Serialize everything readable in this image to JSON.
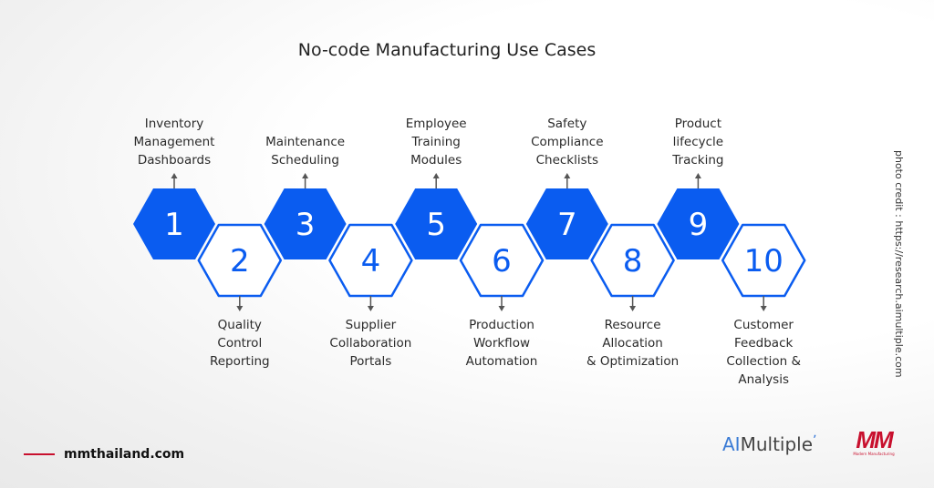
{
  "title": "No-code Manufacturing Use Cases",
  "colors": {
    "accent": "#0a5cf0",
    "arrow": "#555555",
    "brand_red": "#c8102e"
  },
  "items": [
    {
      "number": "1",
      "filled": true,
      "lines": [
        "Inventory",
        "Management",
        "Dashboards"
      ]
    },
    {
      "number": "2",
      "filled": false,
      "lines": [
        "Quality",
        "Control",
        "Reporting"
      ]
    },
    {
      "number": "3",
      "filled": true,
      "lines": [
        "Maintenance",
        "Scheduling"
      ]
    },
    {
      "number": "4",
      "filled": false,
      "lines": [
        "Supplier",
        "Collaboration",
        "Portals"
      ]
    },
    {
      "number": "5",
      "filled": true,
      "lines": [
        "Employee",
        "Training",
        "Modules"
      ]
    },
    {
      "number": "6",
      "filled": false,
      "lines": [
        "Production",
        "Workflow",
        "Automation"
      ]
    },
    {
      "number": "7",
      "filled": true,
      "lines": [
        "Safety",
        "Compliance",
        "Checklists"
      ]
    },
    {
      "number": "8",
      "filled": false,
      "lines": [
        "Resource",
        "Allocation",
        "& Optimization"
      ]
    },
    {
      "number": "9",
      "filled": true,
      "lines": [
        "Product",
        "lifecycle",
        "Tracking"
      ]
    },
    {
      "number": "10",
      "filled": false,
      "lines": [
        "Customer",
        "Feedback",
        "Collection &",
        "Analysis"
      ]
    }
  ],
  "footer": {
    "site": "mmthailand.com",
    "credit": "photo credit : https://research.aimultiple.com",
    "logo_aimultiple": {
      "ai": "AI",
      "rest": "Multiple"
    },
    "logo_mm": {
      "big": "MM",
      "small": "Modern Manufacturing"
    }
  }
}
